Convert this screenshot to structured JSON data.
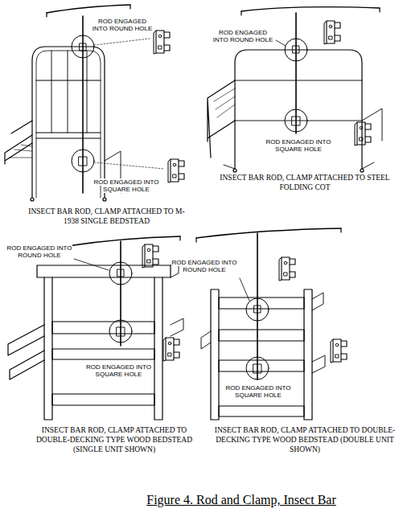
{
  "diagram": {
    "caption": "Figure 4. Rod and Clamp, Insect Bar",
    "labels": [
      "ROD ENGAGED INTO ROUND HOLE",
      "ROD ENGAGED INTO SQUARE HOLE",
      "INSECT BAR ROD, CLAMP ATTACHED TO M-1938 SINGLE BEDSTEAD",
      "ROD ENGAGED INTO ROUND HOLE",
      "ROD ENGAGED INTO SQUARE HOLE",
      "INSECT BAR ROD, CLAMP ATTACHED TO STEEL FOLDING COT",
      "ROD ENGAGED INTO ROUND HOLE",
      "ROD ENGAGED INTO SQUARE HOLE",
      "INSECT BAR ROD, CLAMP ATTACHED TO DOUBLE-DECKING TYPE WOOD BEDSTEAD (SINGLE UNIT SHOWN)",
      "ROD ENGAGED INTO ROUND HOLE",
      "ROD ENGAGED INTO SQUARE HOLE",
      "INSECT BAR ROD, CLAMP ATTACHED TO DOUBLE-DECKING TYPE WOOD BEDSTEAD (DOUBLE UNIT SHOWN)"
    ]
  }
}
